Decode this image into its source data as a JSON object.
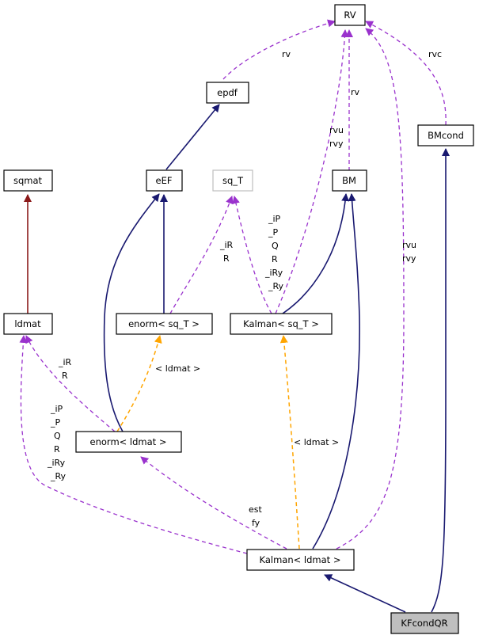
{
  "nodes": {
    "RV": "RV",
    "epdf": "epdf",
    "BMcond": "BMcond",
    "sqmat": "sqmat",
    "eEF": "eEF",
    "sq_T": "sq_T",
    "BM": "BM",
    "ldmat": "ldmat",
    "enorm_sqT": "enorm< sq_T >",
    "kalman_sqT": "Kalman< sq_T >",
    "enorm_ldmat": "enorm< ldmat >",
    "kalman_ldmat": "Kalman< ldmat >",
    "KFcondQR": "KFcondQR"
  },
  "labels": {
    "epdf_rv": "rv",
    "bmcond_rvc": "rvc",
    "bm_rv": "rv",
    "ksq_rvu": "rvu",
    "ksq_rvy": "rvy",
    "kl_rvu": "rvu",
    "kl_rvy": "rvy",
    "esq_iR": "_iR",
    "esq_R": "R",
    "ksq_iP": "_iP",
    "ksq_P": "_P",
    "ksq_Q": "Q",
    "ksq_R": "R",
    "ksq_iRy": "_iRy",
    "ksq_Ry": "_Ry",
    "eld_iR": "_iR",
    "eld_R": "R",
    "kl_iP": "_iP",
    "kl_P": "_P",
    "kl_Q": "Q",
    "kl_R": "R",
    "kl_iRy": "_iRy",
    "kl_Ry": "_Ry",
    "tmpl_enorm": "< ldmat >",
    "tmpl_kalman": "< ldmat >",
    "kl_est": "est",
    "kl_fy": "fy"
  },
  "colors": {
    "inheritance": "#191970",
    "private_inheritance": "#8b1a1a",
    "usage": "#9a32cd",
    "template": "#ffa500",
    "highlight_node": "#bfbfbf"
  }
}
